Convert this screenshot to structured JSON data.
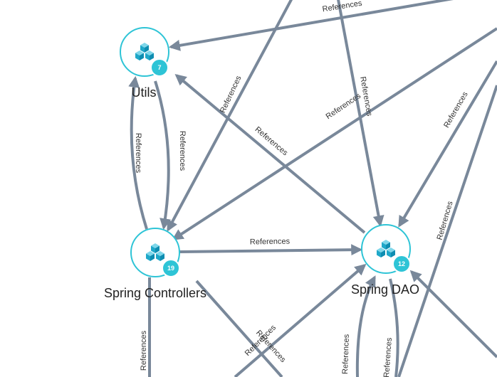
{
  "colors": {
    "edge": "#79889a",
    "accent": "#2ec4d6",
    "cube": "#1fa8c9"
  },
  "edge_label": "References",
  "nodes": [
    {
      "id": "utils",
      "label": "Utils",
      "badge": "7",
      "icon": "cubes-icon"
    },
    {
      "id": "controllers",
      "label": "Spring Controllers",
      "badge": "19",
      "icon": "cubes-icon"
    },
    {
      "id": "dao",
      "label": "Spring DAO",
      "badge": "12",
      "icon": "cubes-icon"
    }
  ]
}
